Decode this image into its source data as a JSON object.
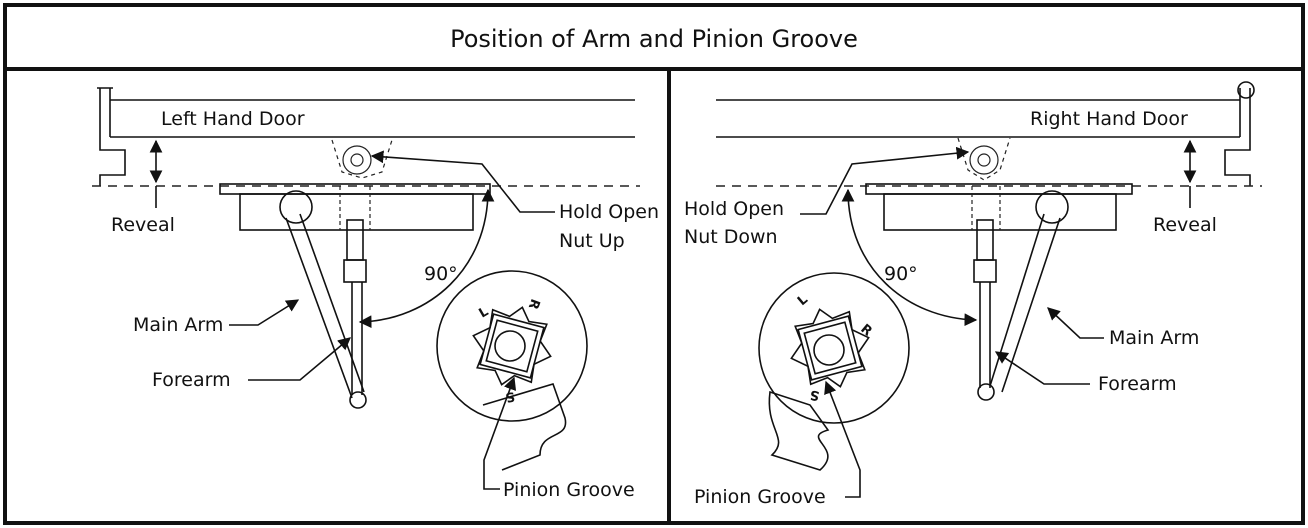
{
  "title": "Position of Arm and Pinion Groove",
  "left_panel": {
    "door_label": "Left Hand Door",
    "reveal_label": "Reveal",
    "hold_open_line1": "Hold Open",
    "hold_open_line2": "Nut Up",
    "angle_label": "90°",
    "main_arm_label": "Main Arm",
    "forearm_label": "Forearm",
    "pinion_label": "Pinion Groove",
    "pinion_marks": {
      "left": "L",
      "right": "R",
      "bottom": "S"
    }
  },
  "right_panel": {
    "door_label": "Right Hand Door",
    "reveal_label": "Reveal",
    "hold_open_line1": "Hold Open",
    "hold_open_line2": "Nut Down",
    "angle_label": "90°",
    "main_arm_label": "Main Arm",
    "forearm_label": "Forearm",
    "pinion_label": "Pinion Groove",
    "pinion_marks": {
      "left": "L",
      "right": "R",
      "bottom": "S"
    }
  }
}
